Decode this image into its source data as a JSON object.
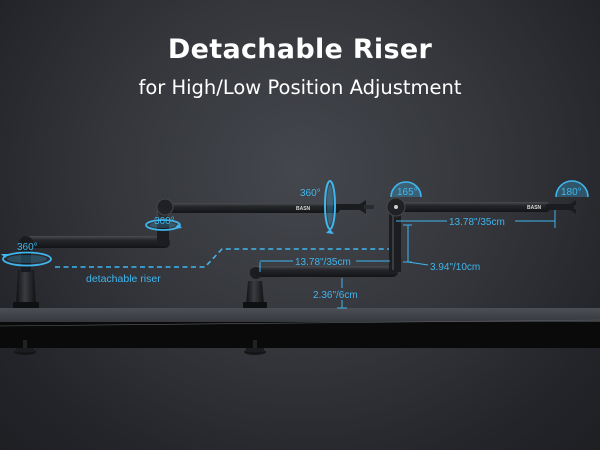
{
  "heading": {
    "title": "Detachable Riser",
    "subtitle": "for High/Low Position Adjustment"
  },
  "annotations": {
    "rotate_base": "360°",
    "rotate_elbow": "360°",
    "rotate_mount": "360°",
    "tilt_riser": "165°",
    "tilt_mount": "180°",
    "riser_label": "detachable riser",
    "upper_arm_length": "13.78\"/35cm",
    "lower_arm_length": "13.78\"/35cm",
    "riser_height": "3.94\"/10cm",
    "clamp_spacing": "2.36\"/6cm"
  },
  "brand": {
    "arm_logo": "BASN"
  },
  "colors": {
    "accent": "#3fb6ee",
    "arm": "#1c1d20",
    "desk": "#0a0a0b"
  }
}
